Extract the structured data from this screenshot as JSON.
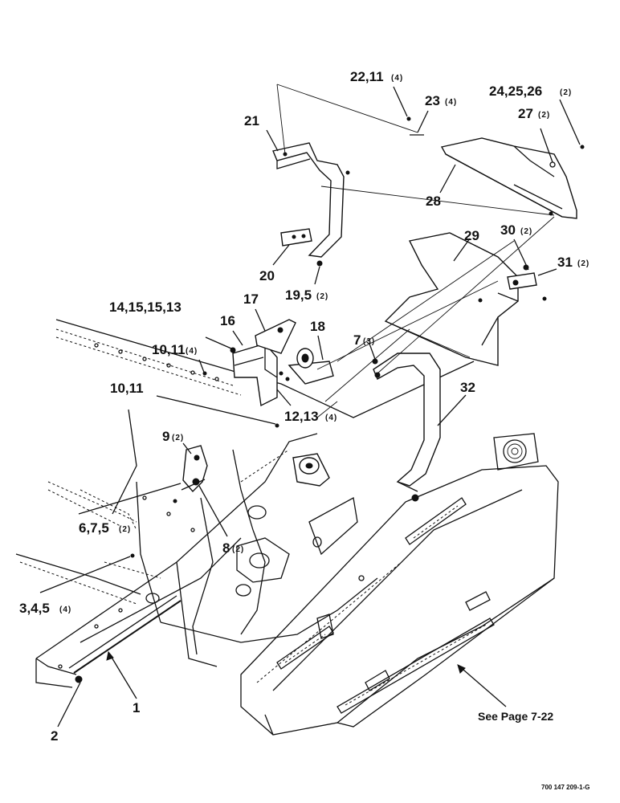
{
  "labels": {
    "l1": "1",
    "l2": "2",
    "l3": "3,4,5",
    "l3q": "(4)",
    "l6": "6,7,5",
    "l6q": "(2)",
    "l8": "8",
    "l8q": "(2)",
    "l9": "9",
    "l9q": "(2)",
    "l10a": "10,11",
    "l10aq": "(4)",
    "l10b": "10,11",
    "l12": "12,13",
    "l12q": "(4)",
    "l14": "14,15,15,13",
    "l16": "16",
    "l17": "17",
    "l18": "18",
    "l7": "7",
    "l7q": "(3)",
    "l19": "19,5",
    "l19q": "(2)",
    "l20": "20",
    "l21": "21",
    "l22": "22,11",
    "l22q": "(4)",
    "l23": "23",
    "l23q": "(4)",
    "l24": "24,25,26",
    "l24q": "(2)",
    "l27": "27",
    "l27q": "(2)",
    "l28": "28",
    "l29": "29",
    "l30": "30",
    "l30q": "(2)",
    "l31": "31",
    "l31q": "(2)",
    "l32": "32"
  },
  "see_page": "See Page 7-22",
  "drawing_code": "700 147 209-1-G"
}
